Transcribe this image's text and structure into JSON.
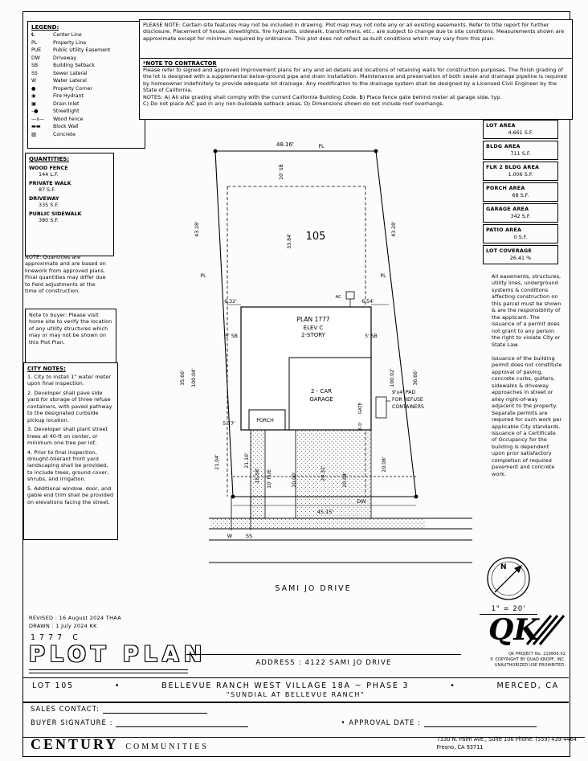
{
  "legend": {
    "title": "LEGEND:",
    "items": [
      {
        "symbol": "℄",
        "label": "Center Line"
      },
      {
        "symbol": "PL",
        "label": "Property Line"
      },
      {
        "symbol": "PUE",
        "label": "Public Utility Easement"
      },
      {
        "symbol": "DW",
        "label": "Driveway"
      },
      {
        "symbol": "SB",
        "label": "Building Setback"
      },
      {
        "symbol": "SS",
        "label": "Sewer Lateral"
      },
      {
        "symbol": "W",
        "label": "Water Lateral"
      },
      {
        "symbol": "●",
        "label": "Property Corner"
      },
      {
        "symbol": "◉",
        "label": "Fire Hydrant"
      },
      {
        "symbol": "▣",
        "label": "Drain Inlet"
      },
      {
        "symbol": "–●",
        "label": "Streetlight"
      },
      {
        "symbol": "—x—",
        "label": "Wood Fence"
      },
      {
        "symbol": "▬▬",
        "label": "Block Wall"
      },
      {
        "symbol": "▨",
        "label": "Concrete"
      }
    ]
  },
  "please_note": "PLEASE NOTE:  Certain site features may not be included in drawing. Plot map may not note any or all existing easements. Refer to title report for further disclosure. Placement of house, streetlights, fire hydrants, sidewalk, transformers, etc., are subject to change due to site conditions. Measurements shown are approximate except for minimum required by ordinance. This plot does not reflect as-built conditions which may vary from this plan.",
  "contractor_note": {
    "title": "*NOTE TO CONTRACTOR",
    "body": "Please refer to signed and approved improvement plans for any and all details and locations of retaining walls for construction purposes. The finish grading of the lot is designed with a supplemental below-ground pipe and drain installation. Maintenance and preservation of both swale and drainage pipeline is required by homeowner indefinitely to provide adequate lot drainage. Any modification to the drainage system shall be designed by a Licensed Civil Engineer by the State of California.",
    "notes_ab": "NOTES:  A) All site grading shall comply with the current California Building Code.  B) Place fence gate behind meter at garage side, typ.",
    "notes_cd": "C) Do not place A/C pad in any non-buildable setback areas.  D) Dimensions shown do not include roof overhangs."
  },
  "areas": {
    "items": [
      {
        "label": "LOT AREA",
        "value": "4,661 S.F."
      },
      {
        "label": "BLDG AREA",
        "value": "711 S.F."
      },
      {
        "label": "FLR 2 BLDG AREA",
        "value": "1,006 S.F."
      },
      {
        "label": "PORCH AREA",
        "value": "68 S.F."
      },
      {
        "label": "GARAGE AREA",
        "value": "342 S.F."
      },
      {
        "label": "PATIO AREA",
        "value": "0 S.F."
      },
      {
        "label": "LOT COVERAGE",
        "value": "26.41 %"
      }
    ]
  },
  "legal": {
    "p1": "All easements, structures, utility lines, underground systems & conditions affecting construction on this parcel must be shown & are the responsibility of the applicant. The issuance of a permit does not grant to any person the right to violate City or State Law.",
    "p2": "Issuance of the building permit does not constitute approval of paving, concrete curbs, gutters, sidewalks & driveway approaches in street or alley right-of-way adjacent to the property. Separate permits are required for such work per applicable City standards. Issuance of a Certificate of Occupancy for the building is dependent upon prior satisfactory completion of required pavement and concrete work."
  },
  "quantities": {
    "title": "QUANTITIES:",
    "items": [
      {
        "label": "WOOD FENCE",
        "value": "144 L.F."
      },
      {
        "label": "PRIVATE WALK",
        "value": "87 S.F."
      },
      {
        "label": "DRIVEWAY",
        "value": "335 S.F."
      },
      {
        "label": "PUBLIC SIDEWALK",
        "value": "380 S.F."
      }
    ],
    "note": "NOTE: Quantities are approximate and are based on linework from approved plans. Final quantities may differ due to field adjustments at the time of construction."
  },
  "buyer_note": "Note to buyer: Please visit home site to verify the location of any utility structures which may or may not be shown on this Plot Plan.",
  "city_notes": {
    "title": "CITY NOTES:",
    "items": [
      "1. City to install 1\" water meter upon final inspection.",
      "2. Developer shall pave side yard for storage of three refuse containers, with paved pathway to the designated curbside pickup location.",
      "3. Developer shall plant street trees at 40-ft on center, or minimum one tree per lot.",
      "4. Prior to final inspection, drought-tolerant front yard landscaping shall be provided, to include trees, ground cover, shrubs, and irrigation.",
      "5. Additional window, door, and gable end trim shall be provided on elevations facing the street."
    ]
  },
  "plot": {
    "lot_number": "105",
    "pl_top": "PL",
    "pl_left": "PL",
    "pl_right": "PL",
    "dim_top": "48.16'",
    "sb_top": "10' SB",
    "dim_left_outer": "43.28'",
    "dim_right_outer": "43.28'",
    "dim_center_v": "33.84'",
    "dim_house_left": "6.32'",
    "ac": "AC",
    "dim_house_right": "6.54'",
    "plan1": "PLAN 1777",
    "plan2": "ELEV C",
    "plan3": "2-STORY",
    "sb_left": "5' SB",
    "sb_right": "5' SB",
    "dim_3566": "35.66'",
    "dim_10004": "100.04'",
    "dim_10002": "100.02'",
    "dim_3666": "36.66'",
    "garage1": "2 - CAR",
    "garage2": "GARAGE",
    "porch": "PORCH",
    "dim_577": "5.77'",
    "pad1": "9'x4' PAD",
    "pad2": "FOR REFUSE",
    "pad3": "CONTAINERS",
    "gate": "GATE",
    "dim_60": "6.0'",
    "dim_2104": "21.04'",
    "dim_2110": "21.10'",
    "dim_1558": "15.58'",
    "pue": "10' PUE",
    "dim_2000": "20.00'",
    "dim_2031": "20.31'",
    "dim_2004": "20.04'",
    "dim_2008": "20.08'",
    "dim_bottom": "45.15'",
    "dw": "DW",
    "w": "W",
    "ss": "SS",
    "street_name": "SAMI JO DRIVE"
  },
  "compass": {
    "north": "N",
    "scale": "1\" = 20'"
  },
  "titleblock": {
    "revised": "REVISED :  16 August 2024  THAA",
    "drawn": "DRAWN :  1 July 2024  KK",
    "plan_code": "1777   C",
    "title": "PLOT PLAN",
    "address": "ADDRESS :  4122 SAMI JO DRIVE",
    "qk_text": "QK",
    "project_no": "QK PROJECT No. 210806.02",
    "copyright1": "© COPYRIGHT BY QUAD KNOPF, INC.",
    "copyright2": "UNAUTHORIZED USE PROHIBITED."
  },
  "banner": {
    "lot": "LOT 105",
    "bullet1": "•",
    "development": "BELLEVUE RANCH WEST VILLAGE 18A ~ PHASE 3",
    "bullet2": "•",
    "city": "MERCED, CA",
    "subtitle": "\"SUNDIAL AT BELLEVUE RANCH\""
  },
  "signature": {
    "sales_contact": "SALES CONTACT:",
    "buyer_signature": "BUYER SIGNATURE :",
    "approval_date": "•  APPROVAL DATE :"
  },
  "footer": {
    "brand_main": "CENTURY",
    "brand_sub": "COMMUNITIES",
    "address_line1": "7330 N. Palm Ave., Suite 106   Phone:  (559) 439-4464",
    "address_line2": "Fresno, CA  93711"
  }
}
